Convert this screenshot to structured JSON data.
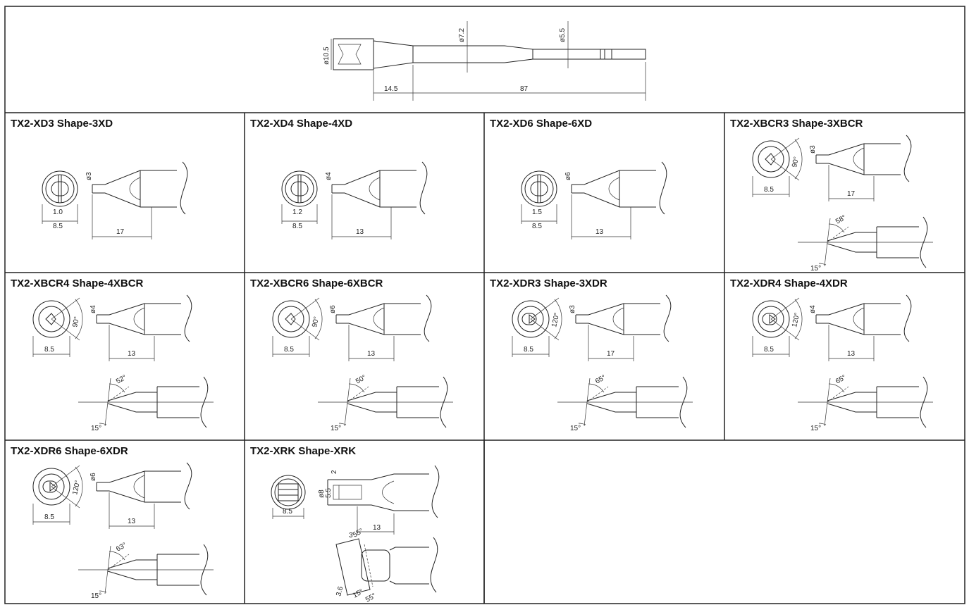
{
  "main_tip": {
    "dims": {
      "d_back": "ø10.5",
      "d_mid": "ø7.2",
      "d_front": "ø5.5",
      "len_a": "14.5",
      "len_b": "87"
    }
  },
  "cells": [
    {
      "title": "TX2-XD3 Shape-3XD",
      "kind": "xd",
      "blade": "1.0",
      "circle": "8.5",
      "dia": "ø3",
      "len": "17"
    },
    {
      "title": "TX2-XD4 Shape-4XD",
      "kind": "xd",
      "blade": "1.2",
      "circle": "8.5",
      "dia": "ø4",
      "len": "13"
    },
    {
      "title": "TX2-XD6 Shape-6XD",
      "kind": "xd",
      "blade": "1.5",
      "circle": "8.5",
      "dia": "ø6",
      "len": "13"
    },
    {
      "title": "TX2-XBCR3 Shape-3XBCR",
      "kind": "bcr",
      "angle": "90°",
      "circle": "8.5",
      "dia": "ø3",
      "len": "17",
      "bevel": "58°",
      "tilt": "15°"
    },
    {
      "title": "TX2-XBCR4 Shape-4XBCR",
      "kind": "bcr",
      "angle": "90°",
      "circle": "8.5",
      "dia": "ø4",
      "len": "13",
      "bevel": "52°",
      "tilt": "15°"
    },
    {
      "title": "TX2-XBCR6 Shape-6XBCR",
      "kind": "bcr",
      "angle": "90°",
      "circle": "8.5",
      "dia": "ø6",
      "len": "13",
      "bevel": "50°",
      "tilt": "15°"
    },
    {
      "title": "TX2-XDR3 Shape-3XDR",
      "kind": "dr",
      "angle": "120°",
      "circle": "8.5",
      "dia": "ø3",
      "len": "17",
      "bevel": "65°",
      "tilt": "15°"
    },
    {
      "title": "TX2-XDR4 Shape-4XDR",
      "kind": "dr",
      "angle": "120°",
      "circle": "8.5",
      "dia": "ø4",
      "len": "13",
      "bevel": "65°",
      "tilt": "15°"
    },
    {
      "title": "TX2-XDR6 Shape-6XDR",
      "kind": "dr",
      "angle": "120°",
      "circle": "8.5",
      "dia": "ø6",
      "len": "13",
      "bevel": "63°",
      "tilt": "15°"
    },
    {
      "title": "TX2-XRK Shape-XRK",
      "kind": "rk",
      "circle": "8.5",
      "dia": "ø8",
      "len": "13",
      "top": "2",
      "inner": "5.5",
      "edge": "3",
      "ang1": "15°",
      "ang2": "55°",
      "ang3": "55°",
      "thick": "3.6"
    }
  ]
}
